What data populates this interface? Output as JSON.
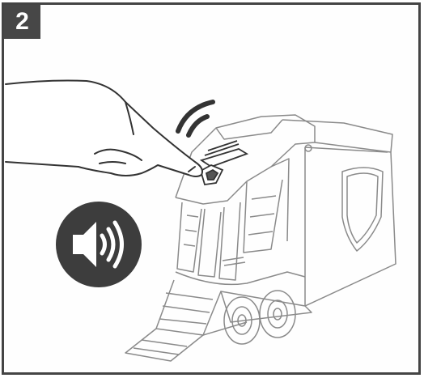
{
  "step": {
    "number": "2"
  },
  "icons": {
    "speaker": "speaker-sound-icon",
    "signal": "sound-wave-signal-icon",
    "hand": "pointing-hand",
    "vehicle": "toy-truck-illustration",
    "shield": "shield-emblem"
  },
  "colors": {
    "badge": "#474747",
    "frame": "#444444",
    "speaker_disc": "#3d3d3d",
    "line_art": "#8a8a8a",
    "ink": "#333333"
  }
}
